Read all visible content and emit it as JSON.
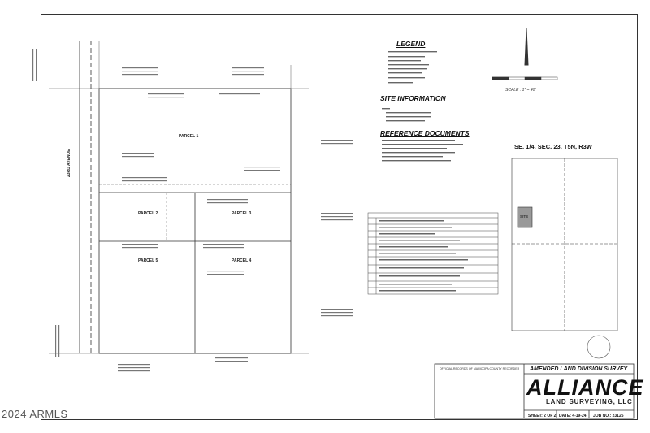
{
  "copyright": "2024 ARMLS",
  "legend": {
    "title": "LEGEND"
  },
  "site_information": {
    "title": "SITE INFORMATION"
  },
  "reference_documents": {
    "title": "REFERENCE DOCUMENTS"
  },
  "parcels": [
    {
      "name": "PARCEL 1"
    },
    {
      "name": "PARCEL 2"
    },
    {
      "name": "PARCEL 3"
    },
    {
      "name": "PARCEL 4"
    },
    {
      "name": "PARCEL 5"
    }
  ],
  "street": {
    "name": "23RD AVENUE"
  },
  "section_map": {
    "title": "SE. 1/4, SEC. 23, T5N, R3W",
    "site_label": "SITE"
  },
  "scale": {
    "label": "SCALE : 1\" = 40'"
  },
  "title_block": {
    "amended": "AMENDED LAND DIVISION SURVEY",
    "logo": "ALLIANCE",
    "logo_sub": "LAND SURVEYING, LLC",
    "sheet": "SHEET: 2 OF 2",
    "date": "DATE: 4-19-24",
    "job": "JOB NO.: 23126",
    "records_title": "OFFICIAL RECORDS OF MARICOPA COUNTY RECORDER"
  },
  "colors": {
    "line": "#333333",
    "paper": "#ffffff"
  }
}
